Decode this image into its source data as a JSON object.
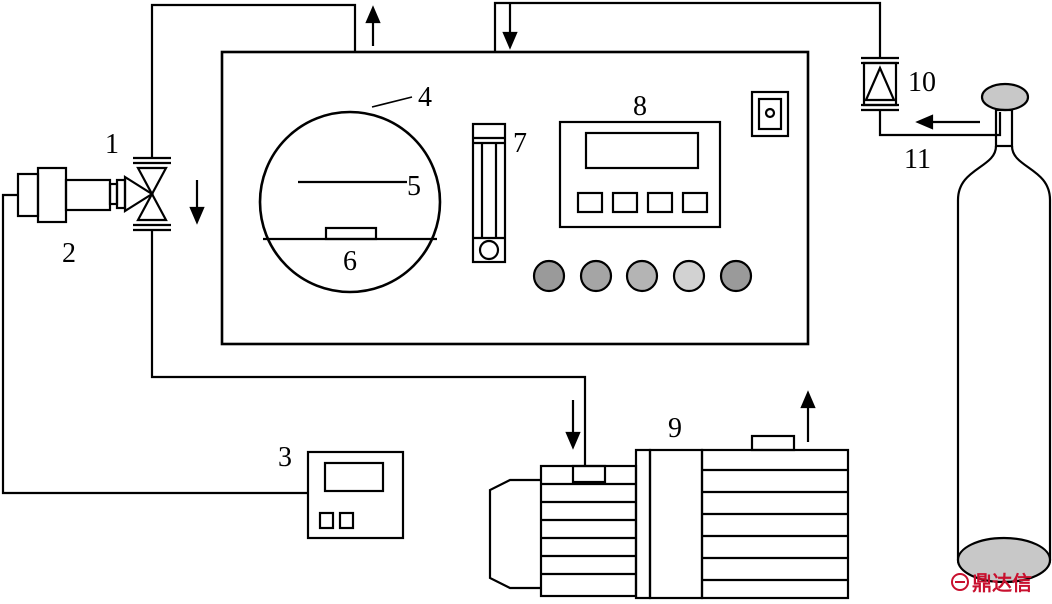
{
  "labels": {
    "l1": "1",
    "l2": "2",
    "l3": "3",
    "l4": "4",
    "l5": "5",
    "l6": "6",
    "l7": "7",
    "l8": "8",
    "l9": "9",
    "l10": "10",
    "l11": "11"
  },
  "watermark": "鼎达信",
  "colors": {
    "line": "#000000",
    "knob_dark": "#9a9a9a",
    "knob_mid": "#b4b4b4",
    "knob_light": "#d2d2d2",
    "cylinder_fill": "#c8c8c8",
    "watermark": "#c8102e"
  }
}
